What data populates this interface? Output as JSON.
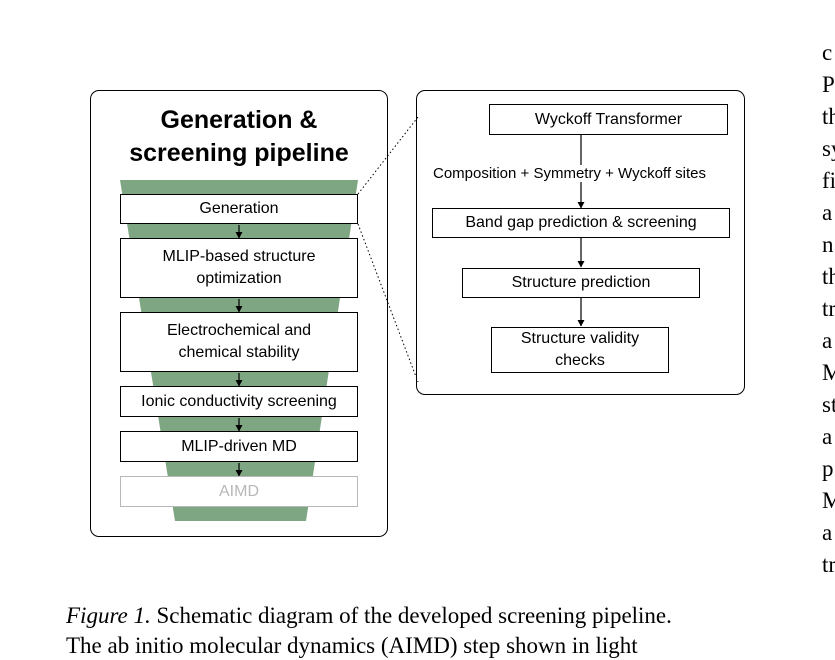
{
  "left_panel": {
    "title_line1": "Generation &",
    "title_line2": "screening pipeline",
    "steps": [
      {
        "lines": [
          "Generation"
        ],
        "faded": false
      },
      {
        "lines": [
          "MLIP-based structure",
          "optimization"
        ],
        "faded": false
      },
      {
        "lines": [
          "Electrochemical and",
          "chemical stability"
        ],
        "faded": false
      },
      {
        "lines": [
          "Ionic conductivity screening"
        ],
        "faded": false
      },
      {
        "lines": [
          "MLIP-driven MD"
        ],
        "faded": false
      },
      {
        "lines": [
          "AIMD"
        ],
        "faded": true
      }
    ]
  },
  "right_panel": {
    "wyckoff_transformer": "Wyckoff Transformer",
    "edge_label": "Composition + Symmetry + Wyckoff sites",
    "band_gap": "Band gap prediction & screening",
    "structure_prediction": "Structure prediction",
    "validity_line1": "Structure validity",
    "validity_line2": "checks"
  },
  "colors": {
    "funnel": "#7ea683",
    "faded_step": "#b8b8b8"
  },
  "caption": {
    "label": "Figure 1.",
    "text": " Schematic diagram of the developed screening pipeline.",
    "line2": "The ab initio molecular dynamics (AIMD) step shown in light"
  },
  "side_column_chars": [
    "c",
    "P",
    "th",
    "sy",
    "fi",
    "a",
    "n",
    "th",
    "tr",
    "a",
    "M",
    "st",
    "a",
    "p",
    "M",
    "a",
    "tr"
  ]
}
